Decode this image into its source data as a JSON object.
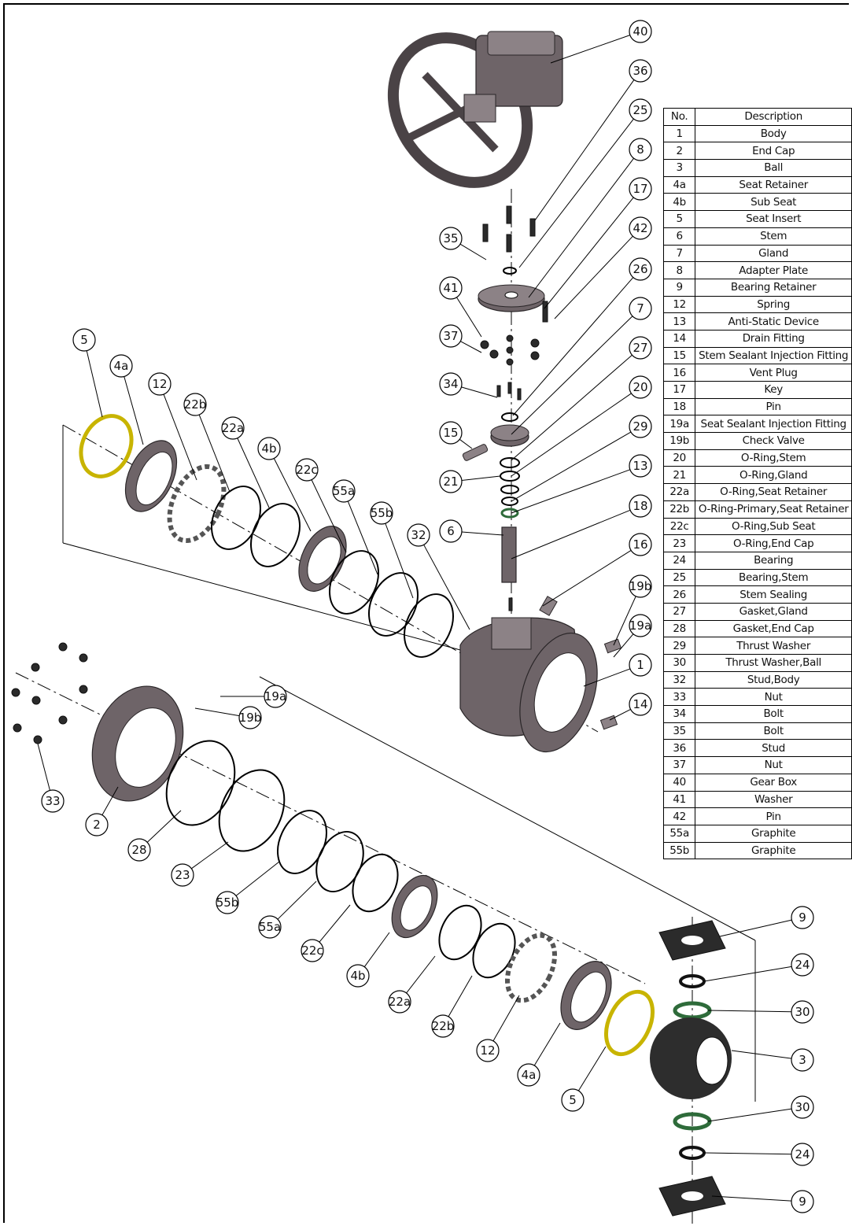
{
  "table": {
    "header": {
      "no": "No.",
      "desc": "Description"
    },
    "rows": [
      {
        "no": "1",
        "desc": "Body"
      },
      {
        "no": "2",
        "desc": "End Cap"
      },
      {
        "no": "3",
        "desc": "Ball"
      },
      {
        "no": "4a",
        "desc": "Seat Retainer"
      },
      {
        "no": "4b",
        "desc": "Sub Seat"
      },
      {
        "no": "5",
        "desc": "Seat Insert"
      },
      {
        "no": "6",
        "desc": "Stem"
      },
      {
        "no": "7",
        "desc": "Gland"
      },
      {
        "no": "8",
        "desc": "Adapter Plate"
      },
      {
        "no": "9",
        "desc": "Bearing Retainer"
      },
      {
        "no": "12",
        "desc": "Spring"
      },
      {
        "no": "13",
        "desc": "Anti-Static Device"
      },
      {
        "no": "14",
        "desc": "Drain Fitting"
      },
      {
        "no": "15",
        "desc": "Stem Sealant Injection Fitting"
      },
      {
        "no": "16",
        "desc": "Vent Plug"
      },
      {
        "no": "17",
        "desc": "Key"
      },
      {
        "no": "18",
        "desc": "Pin"
      },
      {
        "no": "19a",
        "desc": "Seat Sealant Injection Fitting"
      },
      {
        "no": "19b",
        "desc": "Check Valve"
      },
      {
        "no": "20",
        "desc": "O-Ring,Stem"
      },
      {
        "no": "21",
        "desc": "O-Ring,Gland"
      },
      {
        "no": "22a",
        "desc": "O-Ring,Seat Retainer"
      },
      {
        "no": "22b",
        "desc": "O-Ring-Primary,Seat Retainer"
      },
      {
        "no": "22c",
        "desc": "O-Ring,Sub Seat"
      },
      {
        "no": "23",
        "desc": "O-Ring,End Cap"
      },
      {
        "no": "24",
        "desc": "Bearing"
      },
      {
        "no": "25",
        "desc": "Bearing,Stem"
      },
      {
        "no": "26",
        "desc": "Stem Sealing"
      },
      {
        "no": "27",
        "desc": "Gasket,Gland"
      },
      {
        "no": "28",
        "desc": "Gasket,End Cap"
      },
      {
        "no": "29",
        "desc": "Thrust Washer"
      },
      {
        "no": "30",
        "desc": "Thrust Washer,Ball"
      },
      {
        "no": "32",
        "desc": "Stud,Body"
      },
      {
        "no": "33",
        "desc": "Nut"
      },
      {
        "no": "34",
        "desc": "Bolt"
      },
      {
        "no": "35",
        "desc": "Bolt"
      },
      {
        "no": "36",
        "desc": "Stud"
      },
      {
        "no": "37",
        "desc": "Nut"
      },
      {
        "no": "40",
        "desc": "Gear Box"
      },
      {
        "no": "41",
        "desc": "Washer"
      },
      {
        "no": "42",
        "desc": "Pin"
      },
      {
        "no": "55a",
        "desc": "Graphite"
      },
      {
        "no": "55b",
        "desc": "Graphite"
      }
    ]
  },
  "callouts": [
    "40",
    "36",
    "25",
    "8",
    "17",
    "42",
    "26",
    "7",
    "27",
    "20",
    "29",
    "13",
    "18",
    "16",
    "19b",
    "19a",
    "1",
    "14",
    "35",
    "41",
    "37",
    "34",
    "15",
    "21",
    "6",
    "32",
    "5",
    "4a",
    "12",
    "22b",
    "22a",
    "4b",
    "22c",
    "55a",
    "55b",
    "19a",
    "19b",
    "33",
    "2",
    "28",
    "23",
    "55b",
    "55a",
    "22c",
    "4b",
    "22a",
    "22b",
    "12",
    "4a",
    "5",
    "9",
    "24",
    "30",
    "3",
    "30",
    "24",
    "9"
  ],
  "colors": {
    "metal": "#6e6468",
    "seat_insert": "#c8b400",
    "thrust_washer": "#2e6b3a"
  }
}
